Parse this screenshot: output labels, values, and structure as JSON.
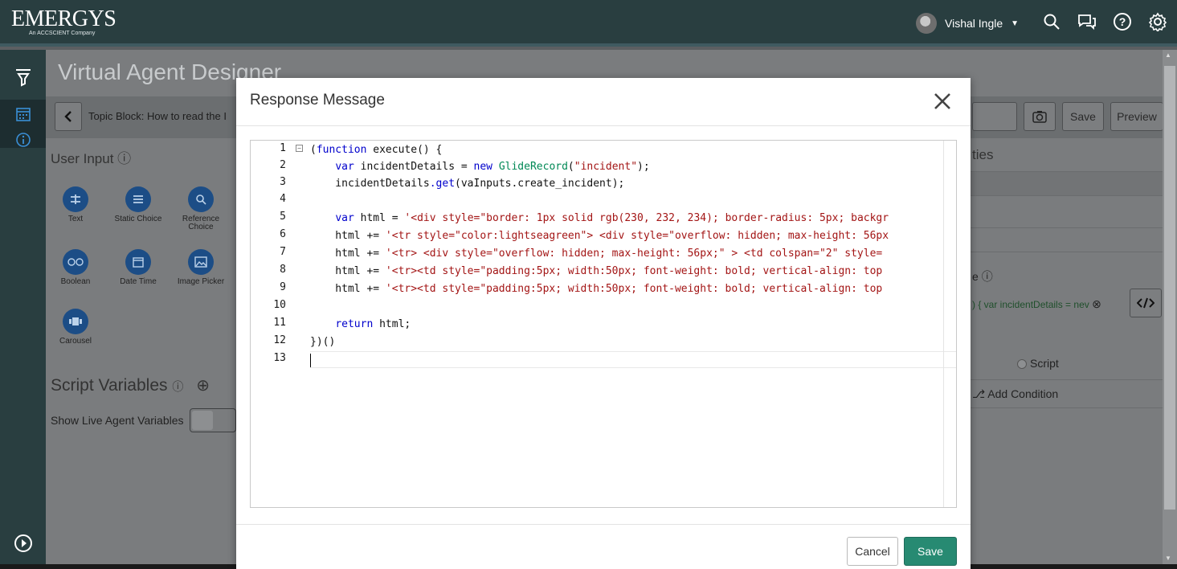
{
  "topbar": {
    "brand": "EMERGYS",
    "tagline": "An ACCSCIENT Company",
    "user_name": "Vishal Ingle",
    "icons": [
      "search-icon",
      "chat-icon",
      "help-icon",
      "gear-icon"
    ]
  },
  "sidebar": {
    "icons": [
      "filter-icon",
      "calendar-icon",
      "info-icon",
      "play-icon"
    ]
  },
  "designer": {
    "title": "Virtual Agent Designer",
    "topic_label": "Topic Block: How to read the I",
    "save_label": "Save",
    "preview_label": "Preview"
  },
  "left_panel": {
    "user_input_title": "User Input ⓘ",
    "palette": [
      {
        "label": "Text",
        "icon": "text-icon"
      },
      {
        "label": "Static Choice",
        "icon": "list-icon"
      },
      {
        "label": "Reference Choice",
        "icon": "search-icon"
      },
      {
        "label": "Boolean",
        "icon": "boolean-icon"
      },
      {
        "label": "Date Time",
        "icon": "calendar-icon"
      },
      {
        "label": "Image Picker",
        "icon": "image-icon"
      },
      {
        "label": "Carousel",
        "icon": "carousel-icon"
      }
    ],
    "script_variables_title": "Script Variables",
    "live_agent_label": "Show Live Agent Variables"
  },
  "right_panel": {
    "properties_fragment": "ties",
    "info_fragment": "e",
    "script_preview": ") { var incidentDetails = nev",
    "script_radio_label": "Script",
    "add_condition_label": "Add Condition"
  },
  "modal": {
    "title": "Response Message",
    "cancel_label": "Cancel",
    "save_label": "Save",
    "code_lines": [
      {
        "n": "1",
        "text": "(function execute() {"
      },
      {
        "n": "2",
        "text": "    var incidentDetails = new GlideRecord(\"incident\");"
      },
      {
        "n": "3",
        "text": "    incidentDetails.get(vaInputs.create_incident);"
      },
      {
        "n": "4",
        "text": ""
      },
      {
        "n": "5",
        "text": "    var html = '<div style=\"border: 1px solid rgb(230, 232, 234); border-radius: 5px; backgr"
      },
      {
        "n": "6",
        "text": "    html += '<tr style=\"color:lightseagreen\"> <div style=\"overflow: hidden; max-height: 56px"
      },
      {
        "n": "7",
        "text": "    html += '<tr> <div style=\"overflow: hidden; max-height: 56px;\" > <td colspan=\"2\" style="
      },
      {
        "n": "8",
        "text": "    html += '<tr><td style=\"padding:5px; width:50px; font-weight: bold; vertical-align: top"
      },
      {
        "n": "9",
        "text": "    html += '<tr><td style=\"padding:5px; width:50px; font-weight: bold; vertical-align: top"
      },
      {
        "n": "10",
        "text": ""
      },
      {
        "n": "11",
        "text": "    return html;"
      },
      {
        "n": "12",
        "text": "})()"
      },
      {
        "n": "13",
        "text": ""
      }
    ]
  },
  "colors": {
    "topbar": "#293e40",
    "save_button": "#278a72",
    "palette_icon": "#1c4d86"
  }
}
